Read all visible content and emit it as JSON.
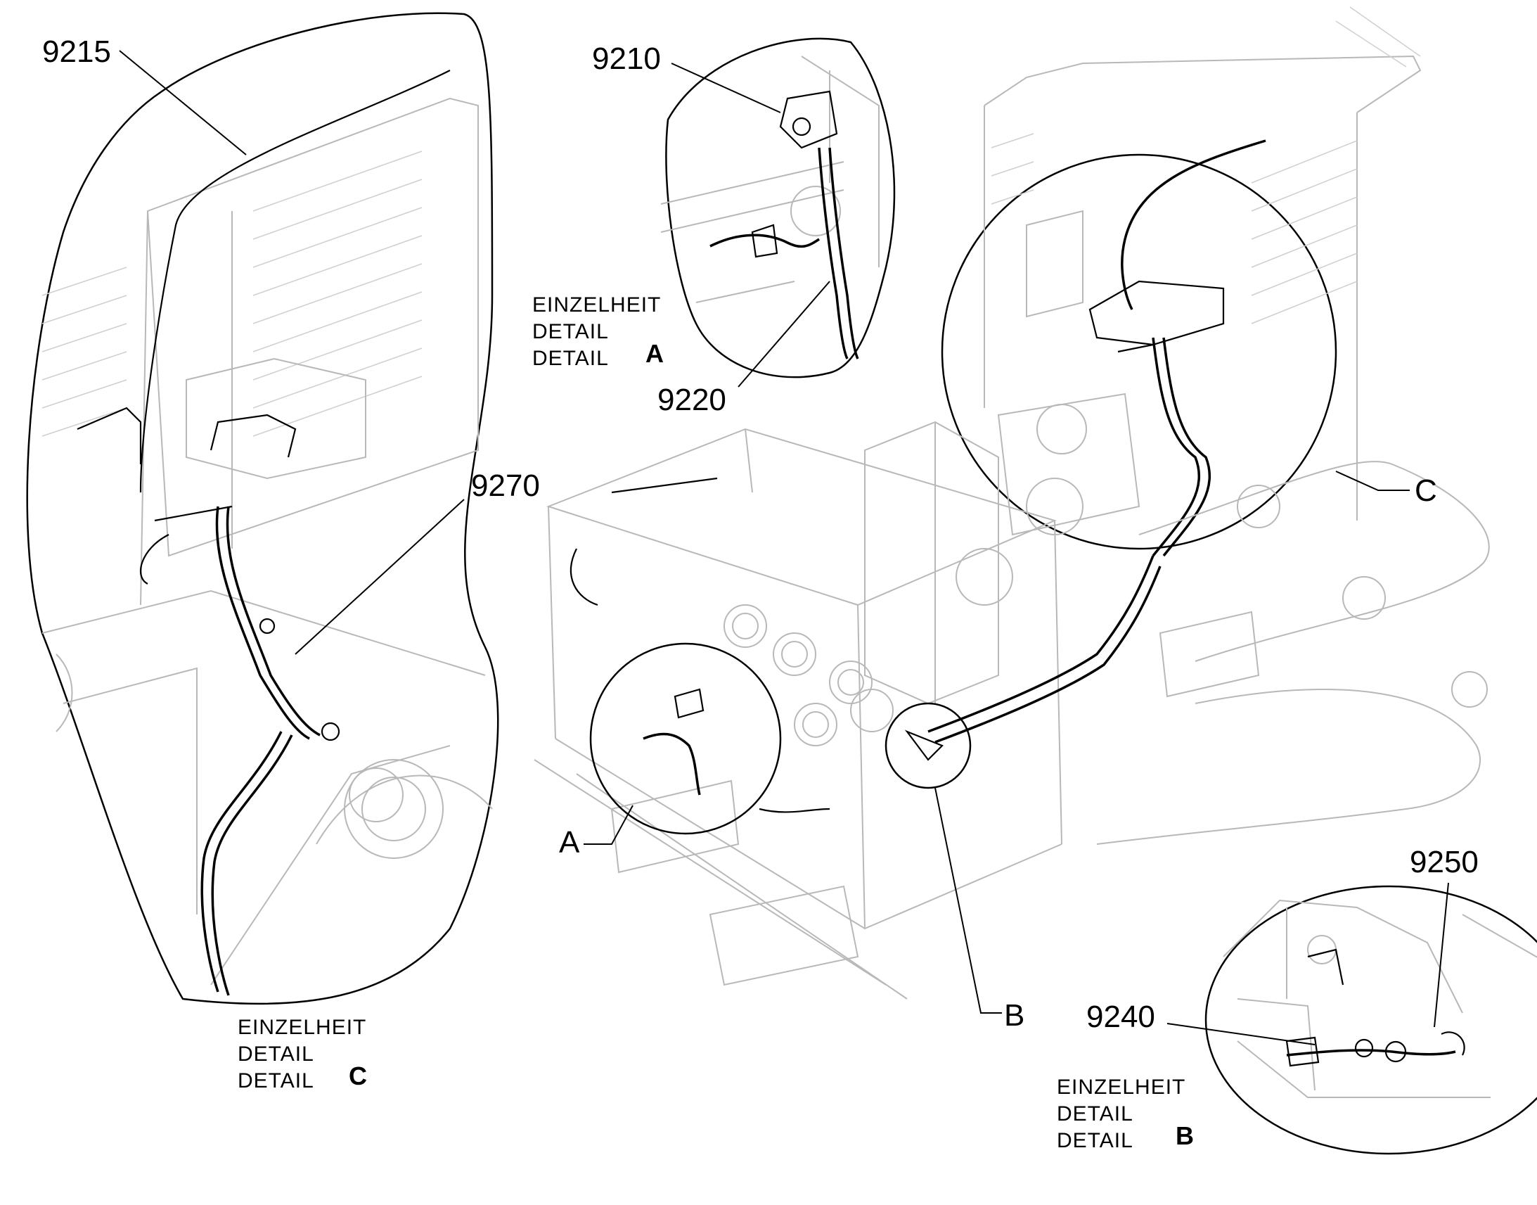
{
  "callouts": {
    "p9215": "9215",
    "p9210": "9210",
    "p9220": "9220",
    "p9270": "9270",
    "p9240": "9240",
    "p9250": "9250"
  },
  "detail_markers": {
    "a": "A",
    "b": "B",
    "c": "C"
  },
  "detail_captions": {
    "a": {
      "line1": "EINZELHEIT",
      "line2": "DETAIL",
      "line3": "DETAIL",
      "letter": "A"
    },
    "b": {
      "line1": "EINZELHEIT",
      "line2": "DETAIL",
      "line3": "DETAIL",
      "letter": "B"
    },
    "c": {
      "line1": "EINZELHEIT",
      "line2": "DETAIL",
      "line3": "DETAIL",
      "letter": "C"
    }
  },
  "colors": {
    "linework": "#b8b8b8",
    "hoses": "#000000",
    "background": "#ffffff"
  }
}
